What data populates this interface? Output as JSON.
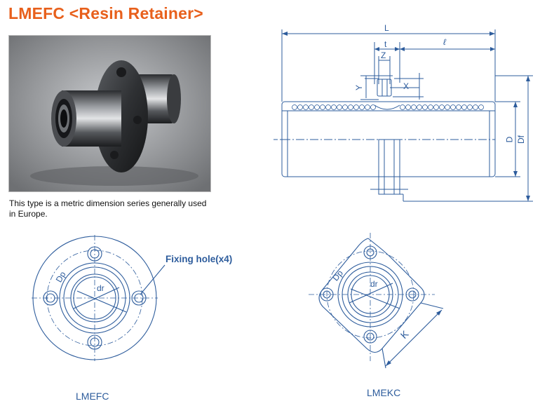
{
  "title": "LMEFC <Resin Retainer>",
  "description": "This type is a metric dimension series generally used in Europe.",
  "labels": {
    "fixing_hole": "Fixing hole(x4)",
    "caption_left": "LMEFC",
    "caption_right": "LMEKC"
  },
  "dimensions": {
    "L": "L",
    "t": "t",
    "l": "ℓ",
    "Z": "Z",
    "Y": "Y",
    "X": "X",
    "D": "D",
    "Df": "Df",
    "Dp": "Dp",
    "dr": "dr",
    "K": "K"
  },
  "colors": {
    "title": "#e8601c",
    "line": "#2d5c9c"
  }
}
